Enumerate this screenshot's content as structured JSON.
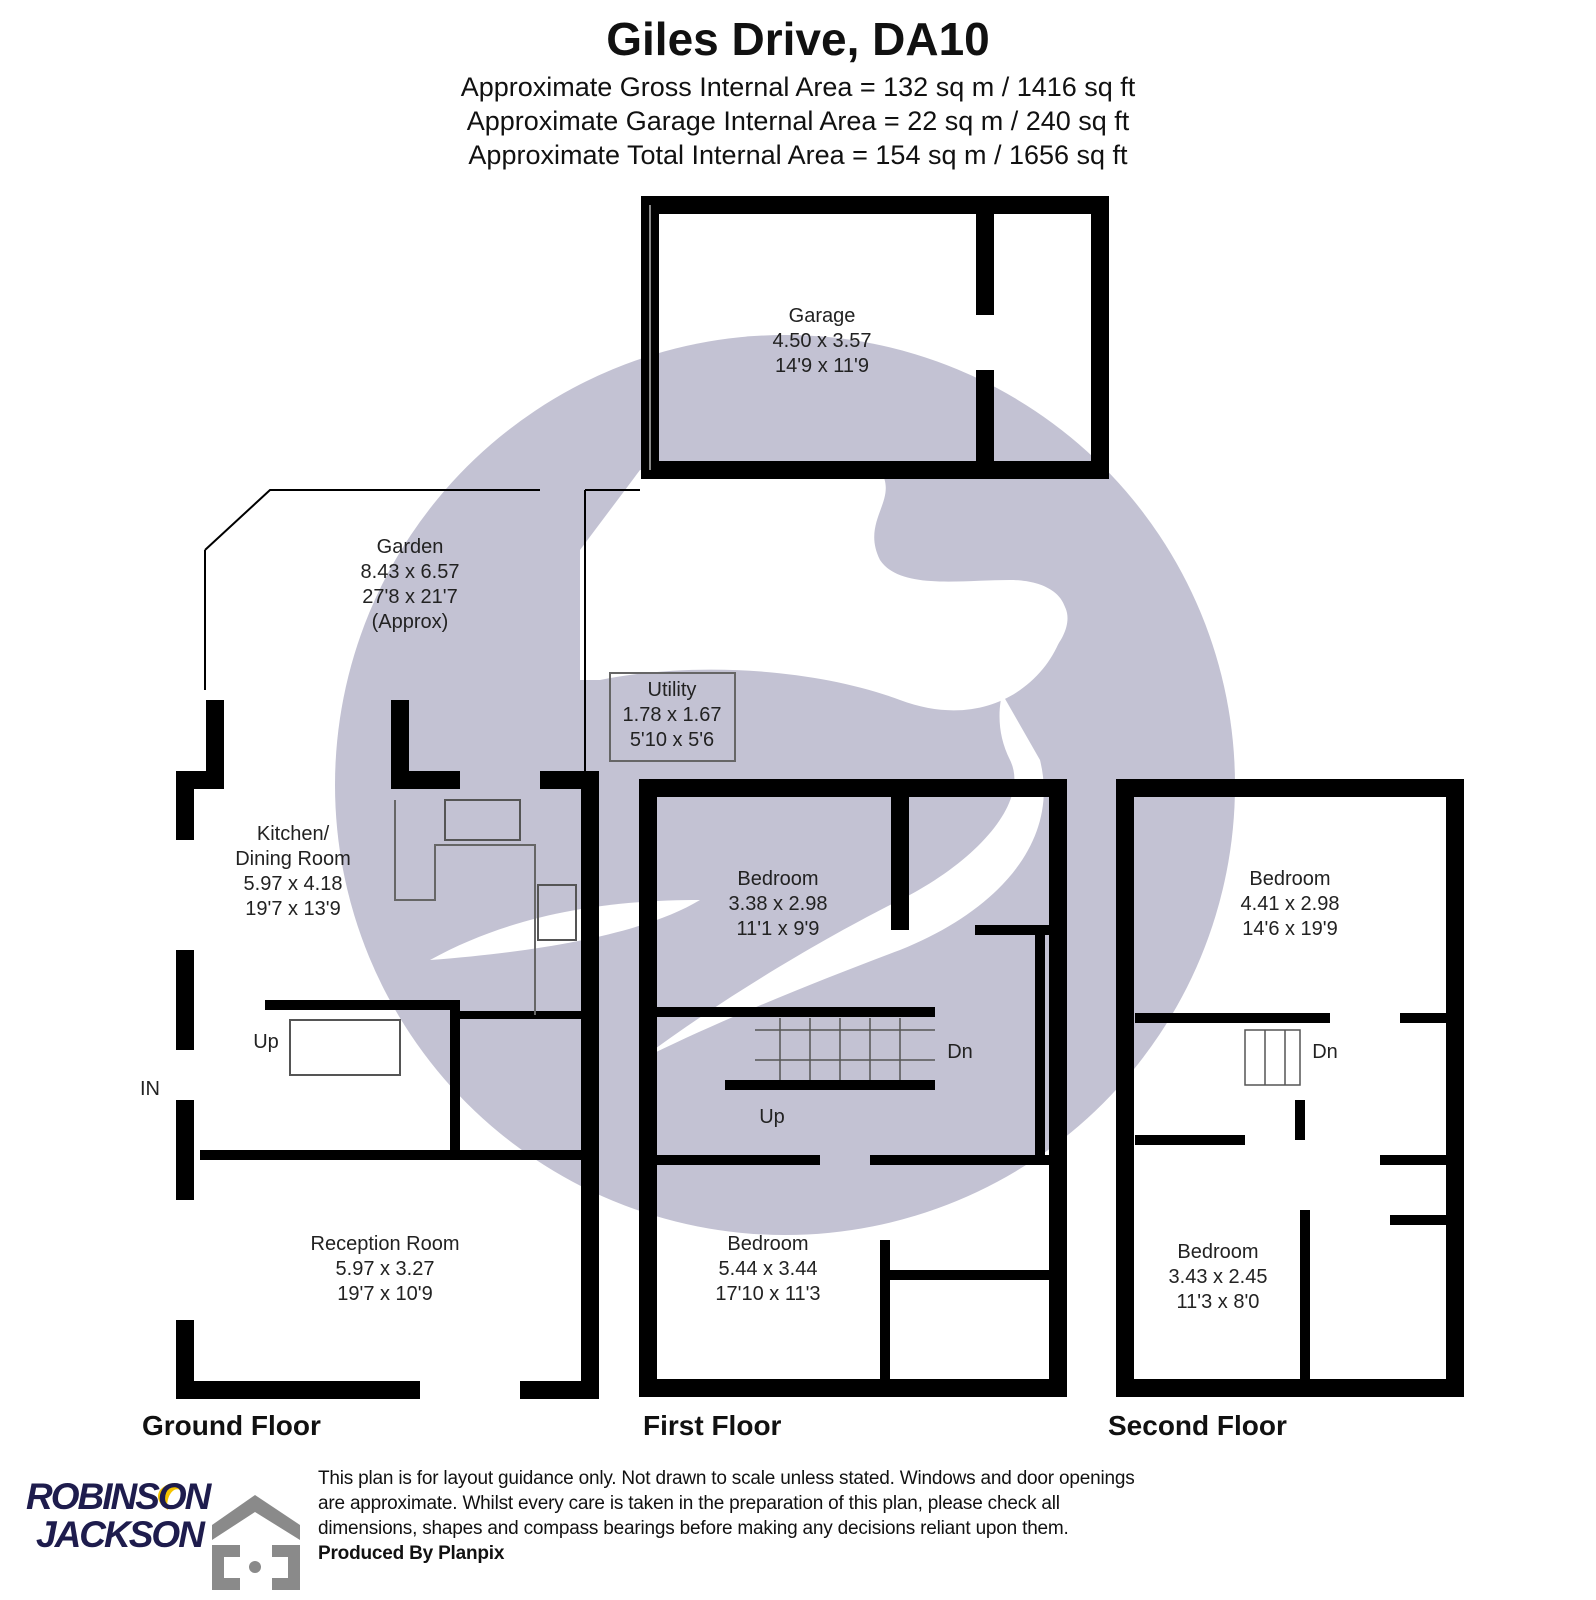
{
  "title": "Giles Drive, DA10",
  "areas": [
    "Approximate Gross Internal Area = 132 sq m / 1416 sq ft",
    "Approximate Garage Internal Area = 22 sq m / 240 sq ft",
    "Approximate Total Internal Area = 154 sq m / 1656 sq ft"
  ],
  "rooms": {
    "garage": [
      "Garage",
      "4.50 x 3.57",
      "14'9 x 11'9"
    ],
    "garden": [
      "Garden",
      "8.43 x 6.57",
      "27'8 x 21'7",
      "(Approx)"
    ],
    "utility": [
      "Utility",
      "1.78 x 1.67",
      "5'10 x 5'6"
    ],
    "kitchen": [
      "Kitchen/",
      "Dining Room",
      "5.97 x 4.18",
      "19'7 x 13'9"
    ],
    "reception": [
      "Reception Room",
      "5.97 x 3.27",
      "19'7 x 10'9"
    ],
    "ff_bed1": [
      "Bedroom",
      "3.38 x 2.98",
      "11'1 x 9'9"
    ],
    "ff_bed2": [
      "Bedroom",
      "5.44 x 3.44",
      "17'10 x 11'3"
    ],
    "sf_bed1": [
      "Bedroom",
      "4.41 x 2.98",
      "14'6 x 19'9"
    ],
    "sf_bed2": [
      "Bedroom",
      "3.43 x 2.45",
      "11'3 x 8'0"
    ]
  },
  "labels": {
    "in": "IN",
    "up": "Up",
    "dn": "Dn"
  },
  "floors": [
    "Ground Floor",
    "First Floor",
    "Second Floor"
  ],
  "disclaimer": [
    "This plan is for layout guidance only. Not drawn to scale unless stated. Windows and door openings",
    "are approximate. Whilst every care is taken in the preparation of this plan, please check all",
    "dimensions, shapes and compass bearings before making any decisions reliant upon them."
  ],
  "produced_by": "Produced By Planpix",
  "logo": {
    "line1": "ROBINSON",
    "line2": "JACKSON"
  },
  "colors": {
    "wall": "#000000",
    "watermark": "#c3c2d3",
    "logo_text": "#1e1c4d",
    "logo_swoosh": "#f5c400",
    "planpix_icon": "#8a8a8a"
  }
}
